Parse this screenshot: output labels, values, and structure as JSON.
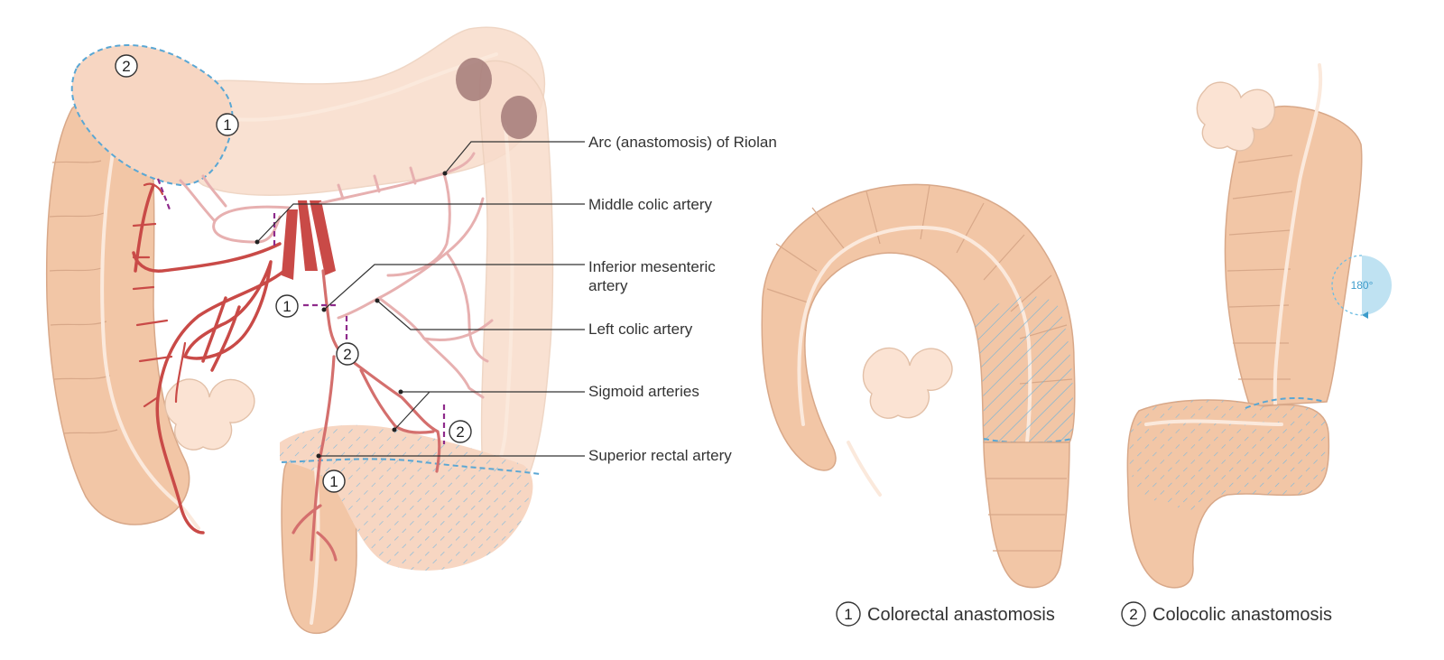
{
  "labels": {
    "riolan": "Arc (anastomosis) of Riolan",
    "middle_colic": "Middle colic artery",
    "inferior_mesenteric_line1": "Inferior mesenteric",
    "inferior_mesenteric_line2": "artery",
    "left_colic": "Left colic artery",
    "sigmoid": "Sigmoid arteries",
    "superior_rectal": "Superior rectal artery"
  },
  "markers": {
    "one": "1",
    "two": "2"
  },
  "rotation": "180°",
  "legend": {
    "colorectal": {
      "number": "1",
      "text": "Colorectal anastomosis"
    },
    "colocolic": {
      "number": "2",
      "text": "Colocolic anastomosis"
    }
  },
  "colors": {
    "colon": "#f2c6a6",
    "artery": "#c94a47",
    "resection_hatch": "#5aa7d4",
    "ligation": "#8e2a8b",
    "rotation": "#bfe2f2"
  }
}
